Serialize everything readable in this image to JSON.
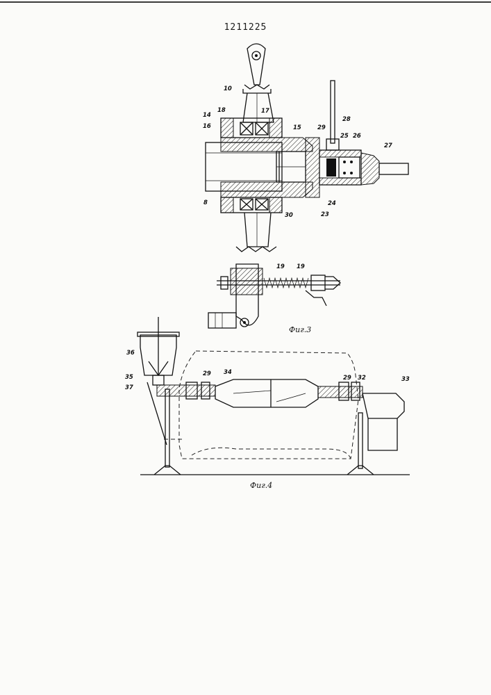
{
  "document": {
    "number": "1211225"
  },
  "figure3": {
    "caption": "Фиг.3",
    "labels": [
      "10",
      "18",
      "17",
      "14",
      "16",
      "15",
      "29",
      "28",
      "25",
      "26",
      "27",
      "8",
      "30",
      "23",
      "24",
      "19",
      "19"
    ]
  },
  "figure4": {
    "caption": "Фиг.4",
    "labels": [
      "36",
      "35",
      "37",
      "29",
      "34",
      "29",
      "32",
      "33"
    ]
  },
  "colors": {
    "ink": "#111111",
    "paper": "#fbfbf9"
  }
}
